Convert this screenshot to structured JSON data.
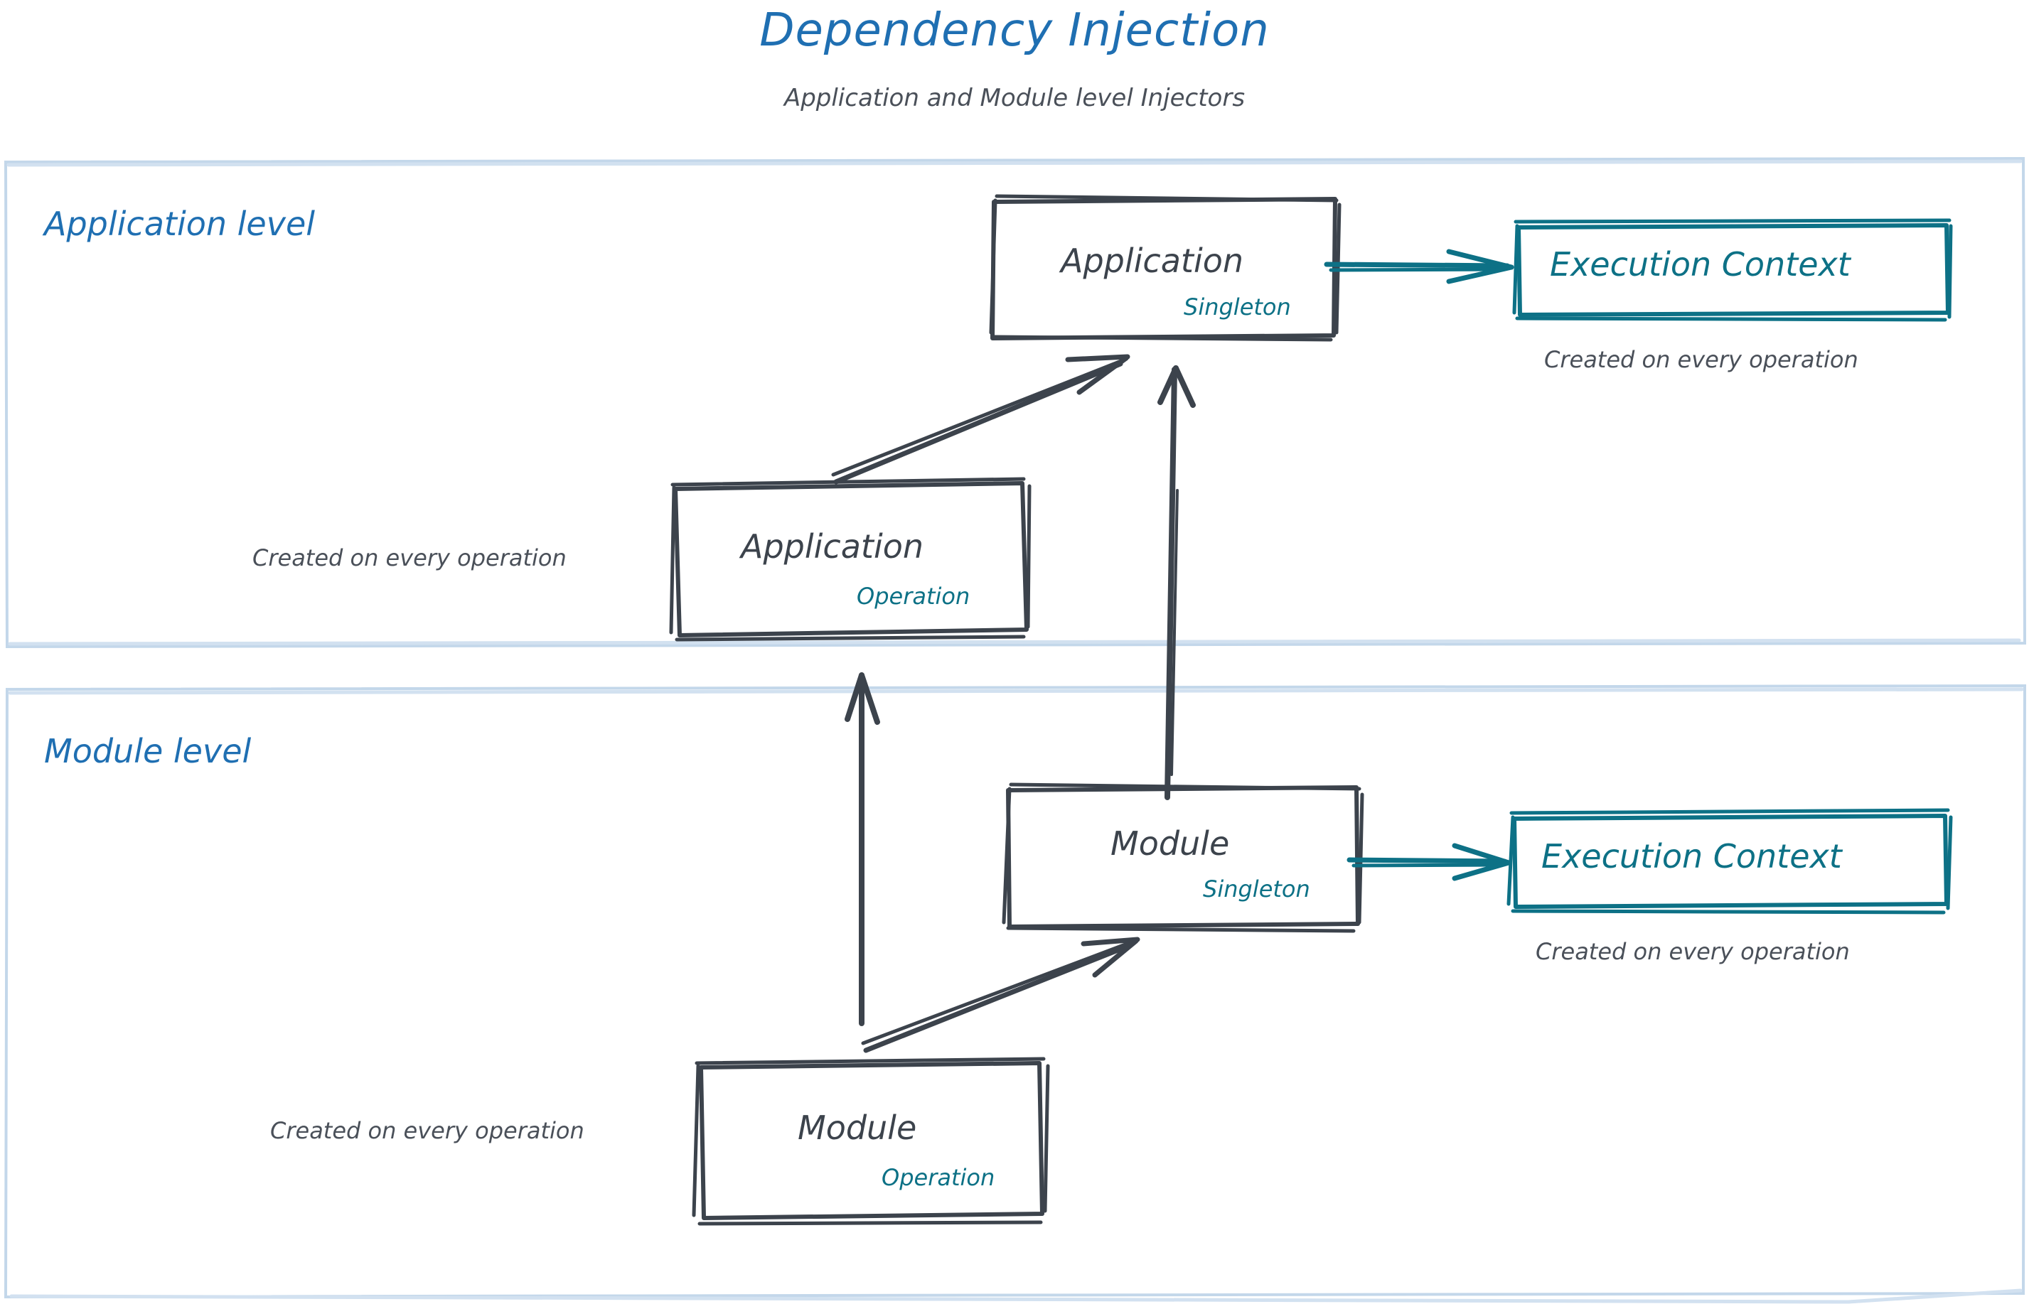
{
  "header": {
    "title": "Dependency Injection",
    "subtitle": "Application and Module level Injectors"
  },
  "colors": {
    "title_blue": "#1f6fb2",
    "lane_border": "#bdd4e9",
    "node_stroke": "#3c434c",
    "teal": "#0d7186",
    "note_gray": "#4a5059",
    "background": "#ffffff"
  },
  "lanes": [
    {
      "id": "application-level",
      "label": "Application level"
    },
    {
      "id": "module-level",
      "label": "Module level"
    }
  ],
  "nodes": [
    {
      "id": "application-singleton",
      "title": "Application",
      "scope": "Singleton",
      "lane": "application-level",
      "style": "dark"
    },
    {
      "id": "execution-context-application",
      "title": "Execution Context",
      "scope": "",
      "lane": "application-level",
      "style": "teal",
      "note": "Created on every operation"
    },
    {
      "id": "application-operation",
      "title": "Application",
      "scope": "Operation",
      "lane": "application-level",
      "style": "dark",
      "note": "Created on every operation"
    },
    {
      "id": "module-singleton",
      "title": "Module",
      "scope": "Singleton",
      "lane": "module-level",
      "style": "dark"
    },
    {
      "id": "execution-context-module",
      "title": "Execution Context",
      "scope": "",
      "lane": "module-level",
      "style": "teal",
      "note": "Created on every operation"
    },
    {
      "id": "module-operation",
      "title": "Module",
      "scope": "Operation",
      "lane": "module-level",
      "style": "dark",
      "note": "Created on every operation"
    }
  ],
  "edges": [
    {
      "id": "edge-app-op-to-app-singleton",
      "from": "application-operation",
      "to": "application-singleton",
      "color": "#3c434c"
    },
    {
      "id": "edge-app-singleton-to-exec-context",
      "from": "application-singleton",
      "to": "execution-context-application",
      "color": "#0d7186"
    },
    {
      "id": "edge-module-singleton-to-app-singleton",
      "from": "module-singleton",
      "to": "application-singleton",
      "color": "#3c434c"
    },
    {
      "id": "edge-module-op-to-module-singleton",
      "from": "module-operation",
      "to": "module-singleton",
      "color": "#3c434c"
    },
    {
      "id": "edge-module-op-to-app-op",
      "from": "module-operation",
      "to": "application-operation",
      "color": "#3c434c"
    },
    {
      "id": "edge-module-singleton-to-exec-context",
      "from": "module-singleton",
      "to": "execution-context-module",
      "color": "#0d7186"
    }
  ]
}
